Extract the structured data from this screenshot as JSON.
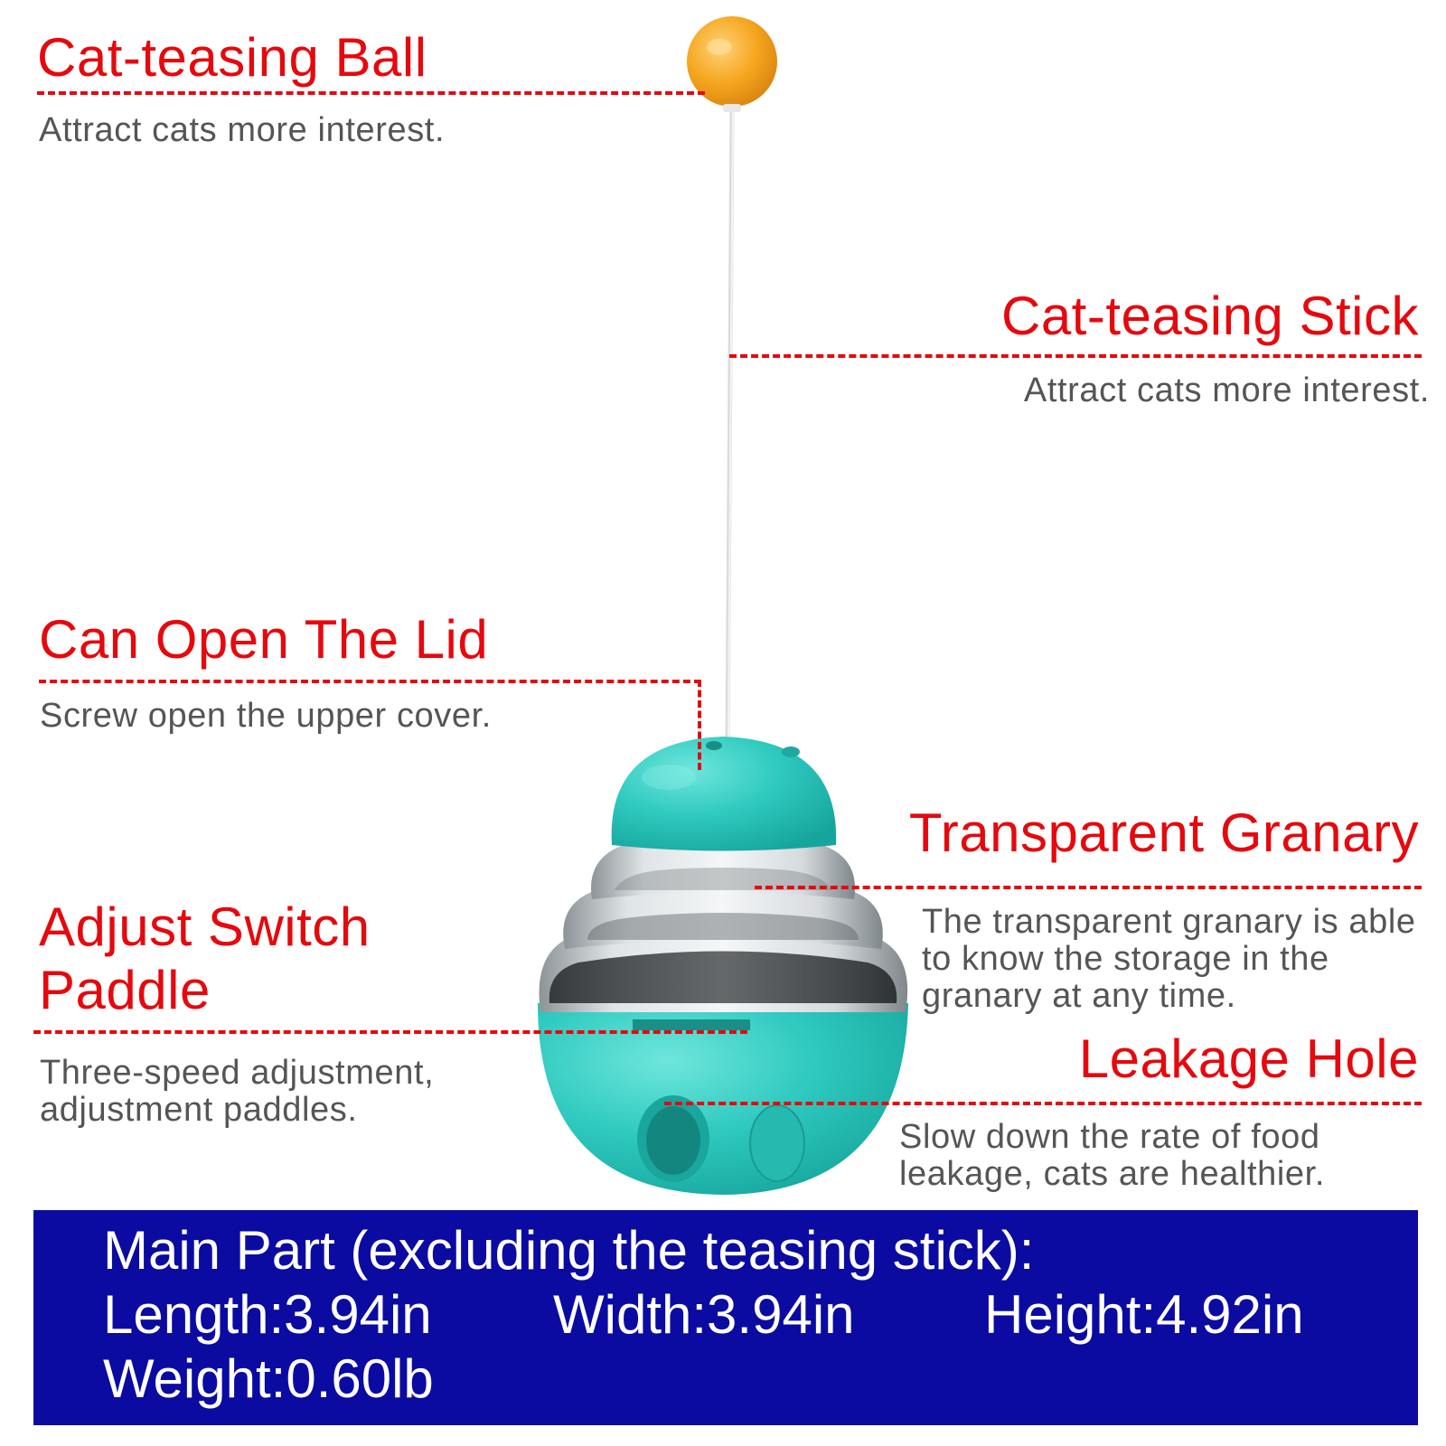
{
  "annotations": {
    "ball": {
      "title": "Cat-teasing Ball",
      "desc": "Attract cats more interest."
    },
    "stick": {
      "title": "Cat-teasing Stick",
      "desc": "Attract cats more interest."
    },
    "lid": {
      "title": "Can Open The Lid",
      "desc": "Screw open the upper cover."
    },
    "granary": {
      "title": "Transparent Granary",
      "desc": "The transparent granary is able to know the storage in the granary at any time."
    },
    "paddle": {
      "title_line1": "Adjust Switch",
      "title_line2": "Paddle",
      "desc": "Three-speed adjustment, adjustment paddles."
    },
    "leakage": {
      "title": "Leakage Hole",
      "desc": "Slow down the rate of food leakage, cats are healthier."
    }
  },
  "specs": {
    "heading": "Main Part (excluding the teasing stick):",
    "length": "Length:3.94in",
    "width": "Width:3.94in",
    "height": "Height:4.92in",
    "weight": "Weight:0.60lb"
  },
  "colors": {
    "title_red": "#e5090e",
    "desc_gray": "#555555",
    "spec_background": "#0b0ba2",
    "toy_teal": "#2ec9bf",
    "ball_orange": "#f6a71f"
  },
  "icons": {
    "product": "cat-tumbler-treat-toy"
  }
}
